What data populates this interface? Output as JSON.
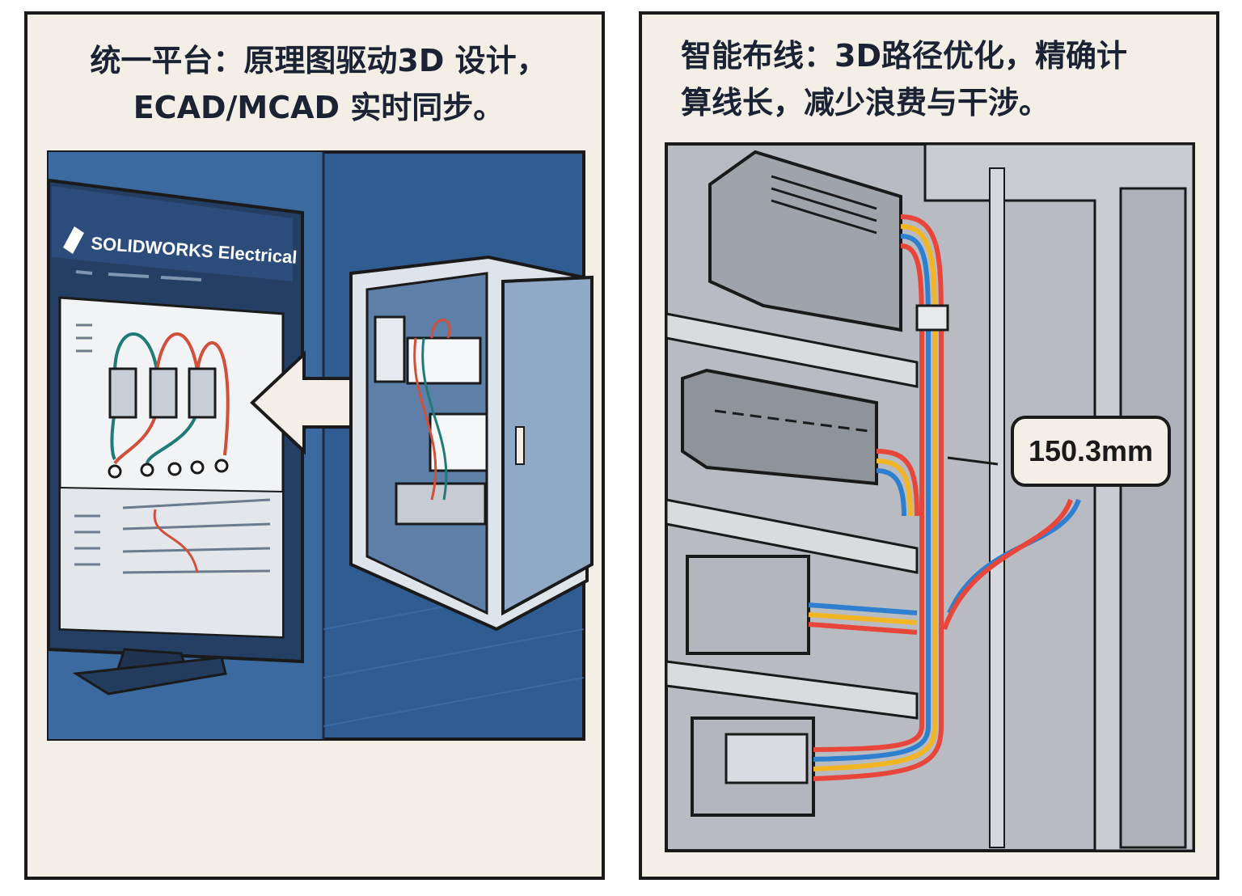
{
  "left_panel": {
    "caption_line1": "统一平台：原理图驱动3D 设计，",
    "caption_line2": "ECAD/MCAD 实时同步。",
    "app_logo_text": "SOLIDWORKS Electrical",
    "logo_icon": "ds-logo-icon",
    "arrow_icon": "double-arrow-icon"
  },
  "right_panel": {
    "caption_line1": "智能布线：3D路径优化，精确计",
    "caption_line2": "算线长，减少浪费与干涉。",
    "length_label": "150.3mm"
  },
  "colors": {
    "panel_bg": "#f4efe6",
    "left_scene_blue": "#2f5d92",
    "wire_red": "#e8463a",
    "wire_blue": "#2f7fd0",
    "wire_yellow": "#f2b524",
    "cabinet_grey": "#a9adb3"
  }
}
